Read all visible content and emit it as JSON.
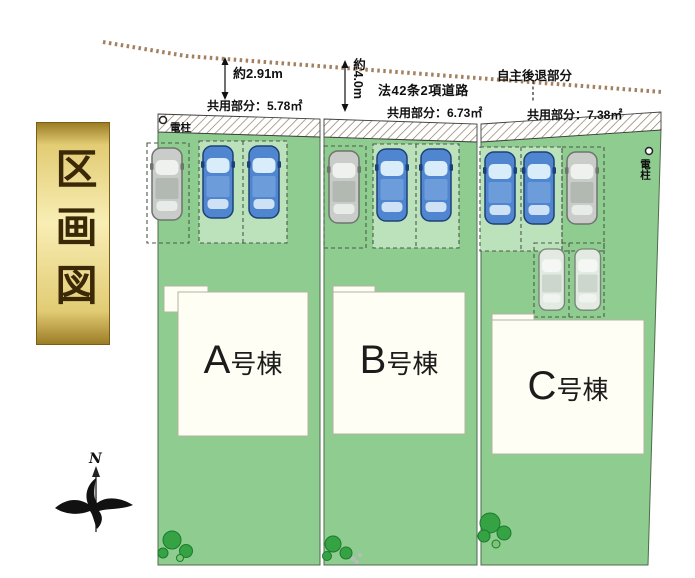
{
  "banner": {
    "title": "区画図"
  },
  "road": {
    "dim_left": "約2.91m",
    "dim_width": "約4.0m",
    "road_type": "法42条2項道路",
    "setback_label": "自主後退部分"
  },
  "lots": [
    {
      "name": "A",
      "common_area": "共用部分：5.78㎡",
      "building": {
        "letter": "A",
        "suffix": "号棟"
      }
    },
    {
      "name": "B",
      "common_area": "共用部分：6.73㎡",
      "building": {
        "letter": "B",
        "suffix": "号棟"
      }
    },
    {
      "name": "C",
      "common_area": "共用部分：7.38㎡",
      "building": {
        "letter": "C",
        "suffix": "号棟"
      }
    }
  ],
  "poles": {
    "left": "電柱",
    "right": "電柱"
  },
  "compass": {
    "north": "N"
  },
  "colors": {
    "lot_green": "#8fcc8f",
    "stall_green": "#bce2bc",
    "banner_gold": "#e9d47e",
    "car_blue": "#4f86cf",
    "car_gray": "#caccca",
    "boundary_brown": "#a3805f",
    "building_fill": "#fffef4"
  }
}
